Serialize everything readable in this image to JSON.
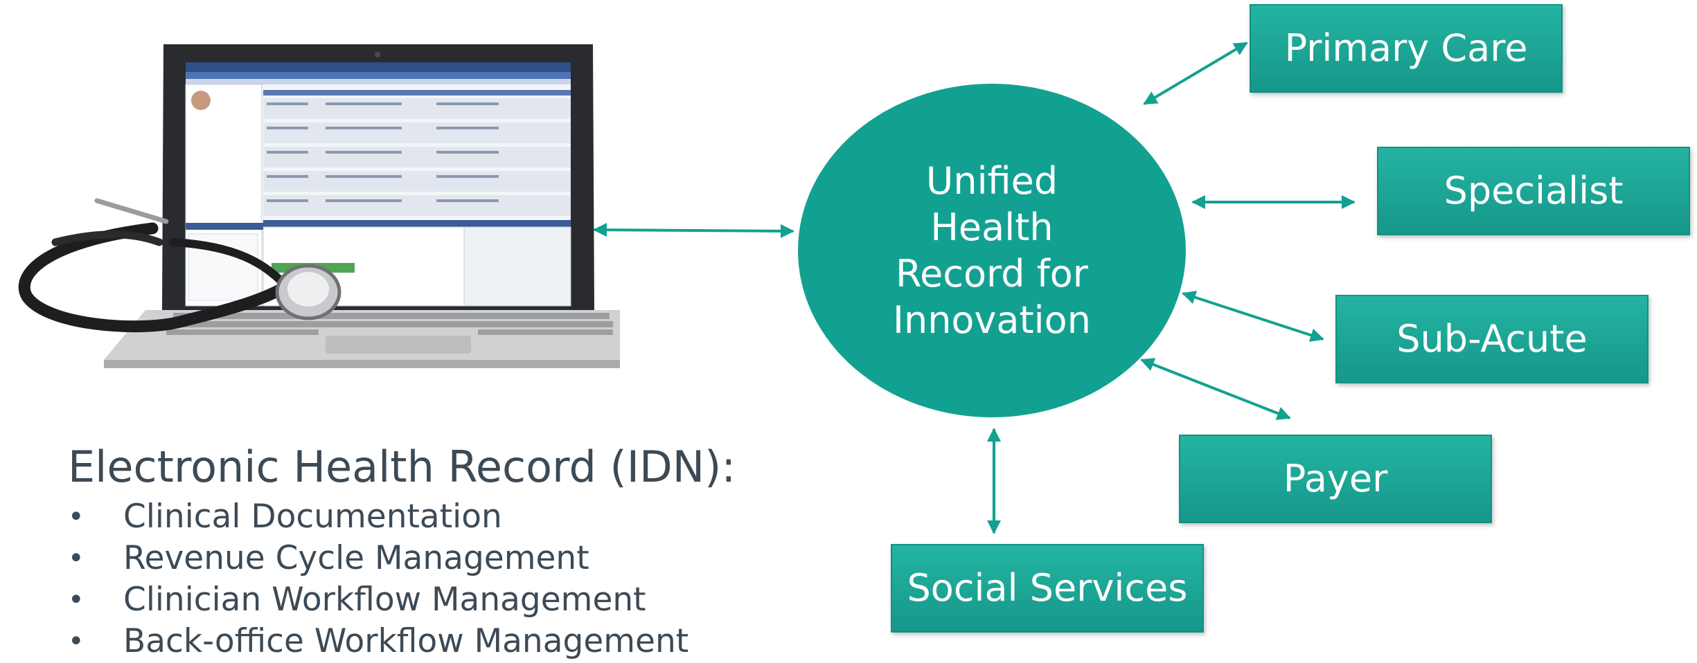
{
  "hub": {
    "lines": [
      "Unified",
      "Health",
      "Record for",
      "Innovation"
    ]
  },
  "partners": {
    "primary_care": "Primary Care",
    "specialist": "Specialist",
    "sub_acute": "Sub-Acute",
    "payer": "Payer",
    "social_services": "Social Services"
  },
  "ehr": {
    "title": "Electronic Health Record (IDN):",
    "items": [
      "Clinical Documentation",
      "Revenue Cycle Management",
      "Clinician Workflow Management",
      "Back-office Workflow Management"
    ]
  },
  "colors": {
    "teal": "#12a191",
    "box_teal": "#1fae9d",
    "text": "#3c4a56"
  }
}
